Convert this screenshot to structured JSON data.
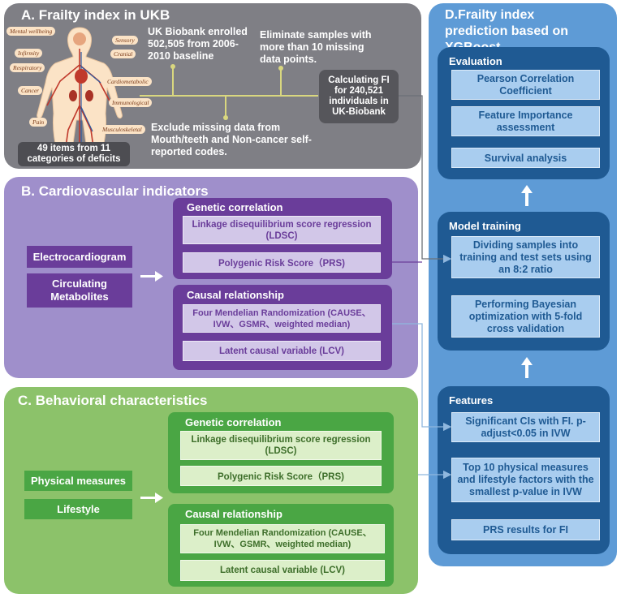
{
  "panel_a": {
    "title": "A. Frailty index in UKB",
    "categories": [
      "Mental wellbeing",
      "Sensory",
      "Infirmity",
      "Cranial",
      "Respiratory",
      "Cardiometabolic",
      "Cancer",
      "Immunological",
      "Pain",
      "Musculoskeletal"
    ],
    "items_label": "49 items from 11 categories of deficits",
    "enrolled": "UK Biobank  enrolled 502,505 from 2006-2010 baseline",
    "eliminate": "Eliminate samples with more than 10 missing data points.",
    "exclude": "Exclude missing data from Mouth/teeth and Non-cancer self-reported codes.",
    "calculating": "Calculating FI for 240,521 individuals in UK-Biobank"
  },
  "panel_b": {
    "title": "B. Cardiovascular indicators",
    "inputs": [
      "Electrocardiogram",
      "Circulating Metabolites"
    ],
    "genetic_title": "Genetic correlation",
    "ldsc": "Linkage disequilibrium score regression (LDSC)",
    "prs": "Polygenic Risk Score（PRS)",
    "causal_title": "Causal relationship",
    "mr": "Four Mendelian Randomization (CAUSE、IVW、GSMR、weighted median)",
    "lcv": "Latent causal variable (LCV)"
  },
  "panel_c": {
    "title": "C. Behavioral characteristics",
    "inputs": [
      "Physical measures",
      "Lifestyle"
    ],
    "genetic_title": "Genetic correlation",
    "ldsc": "Linkage disequilibrium score regression (LDSC)",
    "prs": "Polygenic Risk Score（PRS)",
    "causal_title": "Causal relationship",
    "mr": "Four Mendelian Randomization (CAUSE、IVW、GSMR、weighted median)",
    "lcv": "Latent causal variable (LCV)"
  },
  "panel_d": {
    "title": "D.Frailty index prediction based on XGBoost",
    "evaluation_title": "Evaluation",
    "evaluation_items": [
      "Pearson Correlation Coefficient",
      "Feature Importance assessment",
      "Survival analysis"
    ],
    "training_title": "Model training",
    "training_items": [
      "Dividing samples into training and test sets using an 8:2 ratio",
      "Performing Bayesian optimization with 5-fold cross validation"
    ],
    "features_title": "Features",
    "features_items": [
      "Significant CIs with FI. p-adjust<0.05 in IVW",
      "Top 10 physical measures and lifestyle factors with the smallest p-value in IVW",
      "PRS results for FI"
    ]
  },
  "colors": {
    "panel_a": "#7f7f85",
    "panel_b_outer": "#9f8fcb",
    "panel_b_inner": "#6a3d9a",
    "panel_b_box": "#d2c7e8",
    "panel_c_outer": "#8cc26a",
    "panel_c_inner": "#4aa644",
    "panel_c_box": "#dcefc9",
    "panel_d_outer": "#5e9bd6",
    "panel_d_inner": "#1f5a93",
    "panel_d_box": "#a9cdef",
    "line_a": "#c8c77a"
  }
}
